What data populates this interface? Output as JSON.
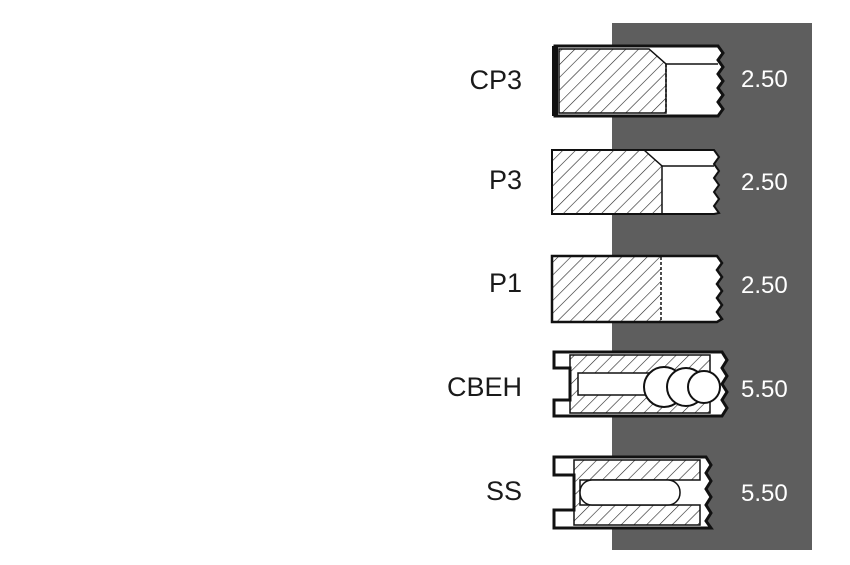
{
  "rings": [
    {
      "code": "CP3",
      "value": "2.50"
    },
    {
      "code": "P3",
      "value": "2.50"
    },
    {
      "code": "P1",
      "value": "2.50"
    },
    {
      "code": "CBEH",
      "value": "5.50"
    },
    {
      "code": "SS",
      "value": "5.50"
    }
  ],
  "colors": {
    "panel": "#5e5e5e",
    "outline": "#111111",
    "ring_fill": "#ffffff"
  }
}
